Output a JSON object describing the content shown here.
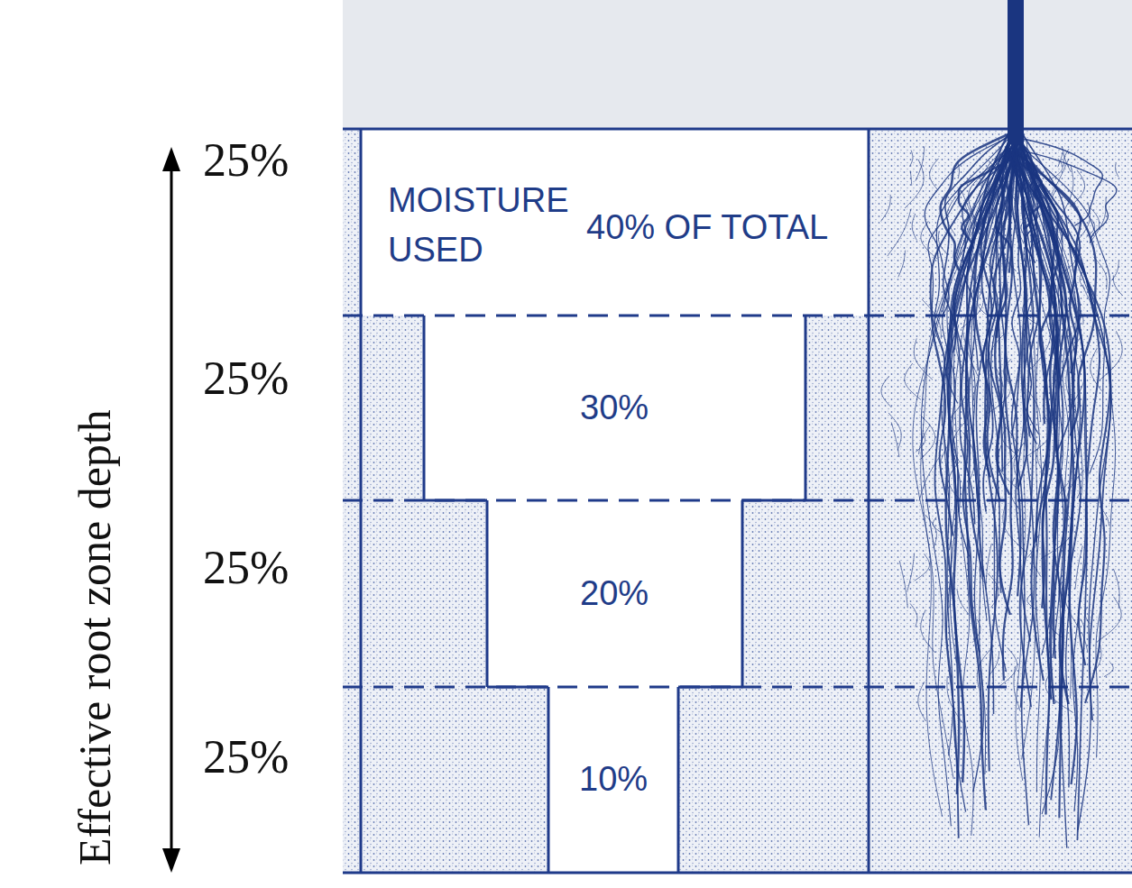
{
  "diagram": {
    "nodes": [
      {
        "text": [
          "MOISTURE USED",
          "40% OF TOTAL"
        ]
      },
      {
        "text": [
          "30%"
        ]
      },
      {
        "text": [
          "20%"
        ]
      },
      {
        "text": [
          "10%"
        ]
      }
    ],
    "labels": [
      "25%",
      "25%",
      "25%",
      "25%",
      "Effective root zone depth"
    ]
  }
}
